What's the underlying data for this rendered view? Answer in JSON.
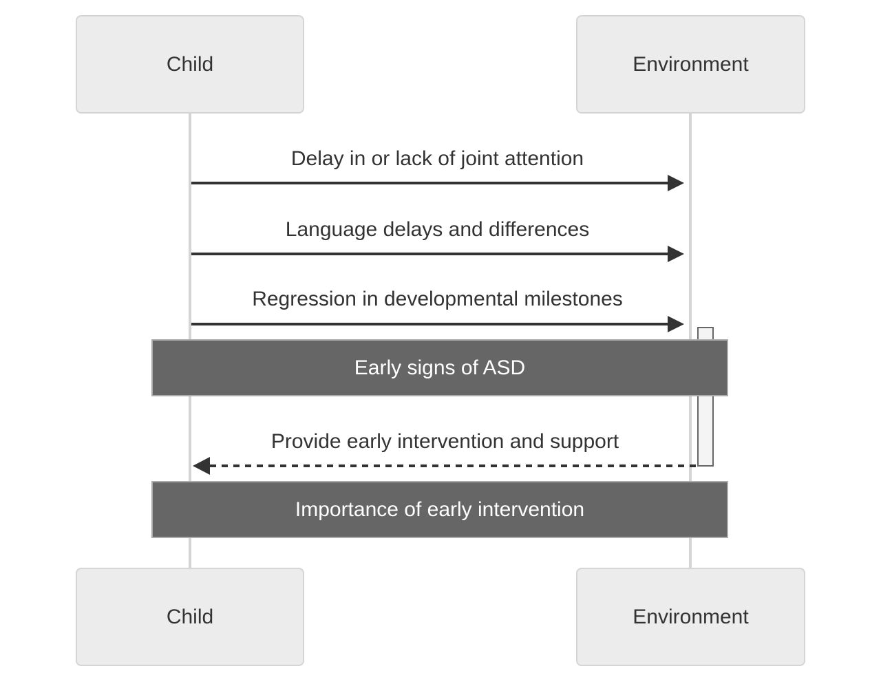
{
  "diagram": {
    "type": "sequence-diagram",
    "actors": [
      {
        "id": "child",
        "name": "Child"
      },
      {
        "id": "environment",
        "name": "Environment"
      }
    ],
    "messages": [
      {
        "text": "Delay in or lack of joint attention",
        "from": "Child",
        "to": "Environment",
        "line": "solid",
        "arrow": "filled-right"
      },
      {
        "text": "Language delays and differences",
        "from": "Child",
        "to": "Environment",
        "line": "solid",
        "arrow": "filled-right"
      },
      {
        "text": "Regression in developmental milestones",
        "from": "Child",
        "to": "Environment",
        "line": "solid",
        "arrow": "filled-right"
      },
      {
        "text": "Provide early intervention and support",
        "from": "Environment",
        "to": "Child",
        "line": "dashed",
        "arrow": "filled-left"
      }
    ],
    "notes": [
      {
        "text": "Early signs of ASD",
        "span": "Child,Environment"
      },
      {
        "text": "Importance of early intervention",
        "span": "Child,Environment"
      }
    ],
    "activation": {
      "on": "Environment"
    },
    "colors": {
      "background": "#ffffff",
      "actor_fill": "#ececec",
      "actor_border": "#d5d5d5",
      "lifeline": "#d5d5d5",
      "arrow": "#333333",
      "message_text": "#333333",
      "note_fill": "#666666",
      "note_border": "#ababab",
      "note_text": "#ffffff",
      "activation_fill": "#f4f4f4",
      "activation_border": "#666666"
    }
  }
}
